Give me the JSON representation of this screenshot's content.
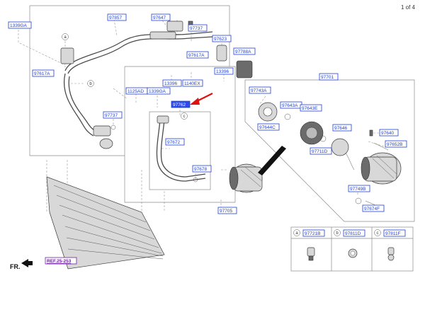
{
  "page_indicator": "1 of 4",
  "fr_label": "FR.",
  "reference_label": "REF.25-253",
  "highlighted_part": "97762",
  "callouts": [
    {
      "id": "1339GA-a",
      "label": "1339GA"
    },
    {
      "id": "97857",
      "label": "97857"
    },
    {
      "id": "97647",
      "label": "97647"
    },
    {
      "id": "97737-a",
      "label": "97737"
    },
    {
      "id": "97623",
      "label": "97623"
    },
    {
      "id": "97617A-a",
      "label": "97617A"
    },
    {
      "id": "97617A-b",
      "label": "97617A"
    },
    {
      "id": "97788A",
      "label": "97788A"
    },
    {
      "id": "13396-a",
      "label": "13396"
    },
    {
      "id": "13396-b",
      "label": "13396"
    },
    {
      "id": "1140EX",
      "label": "1140EX"
    },
    {
      "id": "1125AD",
      "label": "1125AD"
    },
    {
      "id": "1339GA-b",
      "label": "1339GA"
    },
    {
      "id": "97762",
      "label": "97762"
    },
    {
      "id": "97737-b",
      "label": "97737"
    },
    {
      "id": "97672",
      "label": "97672"
    },
    {
      "id": "97678",
      "label": "97678"
    },
    {
      "id": "97705",
      "label": "97705"
    },
    {
      "id": "97701",
      "label": "97701"
    },
    {
      "id": "97743A",
      "label": "97743A"
    },
    {
      "id": "97643A",
      "label": "97643A"
    },
    {
      "id": "97643E",
      "label": "97643E"
    },
    {
      "id": "97644C",
      "label": "97644C"
    },
    {
      "id": "97646",
      "label": "97646"
    },
    {
      "id": "97711D",
      "label": "97711D"
    },
    {
      "id": "97640",
      "label": "97640"
    },
    {
      "id": "97652B",
      "label": "97652B"
    },
    {
      "id": "97749B",
      "label": "97749B"
    },
    {
      "id": "97674F",
      "label": "97674F"
    },
    {
      "id": "97721B",
      "label": "97721B"
    },
    {
      "id": "97811D",
      "label": "97811D"
    },
    {
      "id": "97811F",
      "label": "97811F"
    }
  ],
  "legend": [
    {
      "letter": "a",
      "part": "97721B"
    },
    {
      "letter": "b",
      "part": "97811D"
    },
    {
      "letter": "c",
      "part": "97811F"
    }
  ],
  "colors": {
    "callout_blue": "#1f3fd6",
    "highlight_fill": "#2c4ae8",
    "arrow_red": "#e01010",
    "reference_purple": "#6a1fa8"
  }
}
